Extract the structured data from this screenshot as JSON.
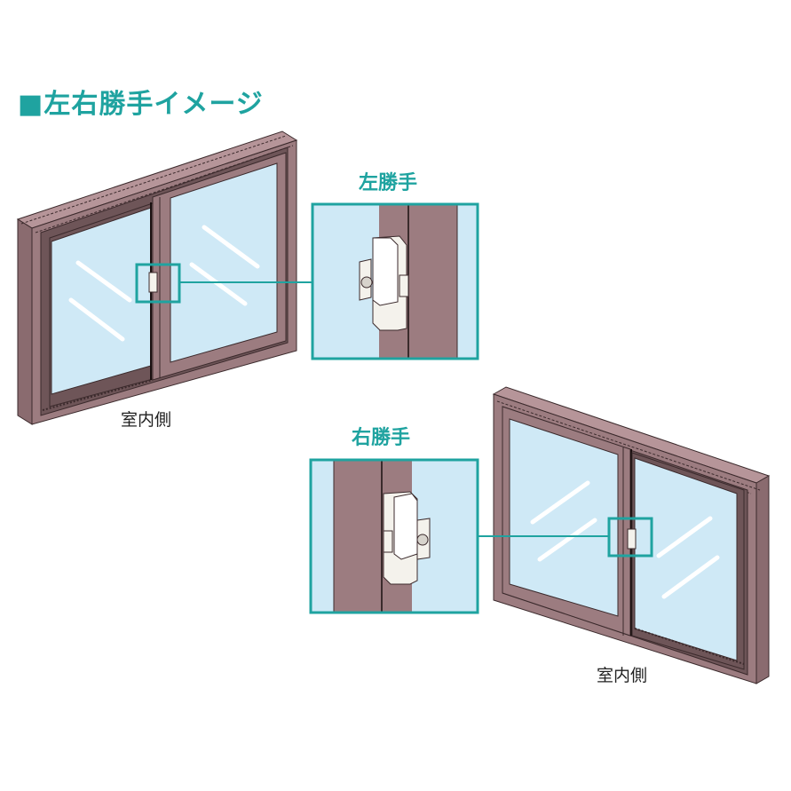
{
  "title": "■左右勝手イメージ",
  "colors": {
    "accent": "#1fa3a0",
    "frame": "#9c7c80",
    "frame_dark": "#6e5558",
    "frame_light": "#b69599",
    "glass": "#cfe9f6",
    "outline": "#3b2a2c",
    "lock": "#f4f2ec"
  },
  "left_example": {
    "label": "左勝手",
    "side_label": "室内側",
    "description": "Window with lock on the left sash meeting stile; detail box zoomed"
  },
  "right_example": {
    "label": "右勝手",
    "side_label": "室内側",
    "description": "Window with lock on the right sash meeting stile; detail box zoomed"
  }
}
